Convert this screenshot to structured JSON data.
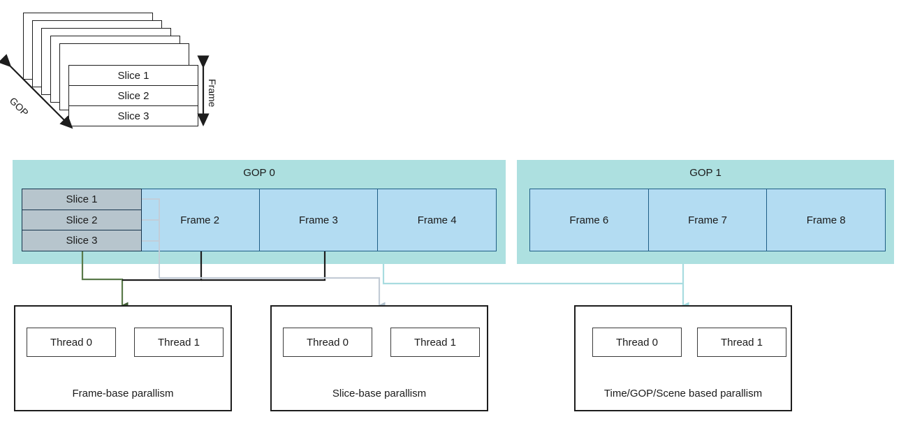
{
  "figure": {
    "title": "Video coding parallelism diagram",
    "colors": {
      "gop_panel": "#ade0e0",
      "frame_cell": "#b3dcf2",
      "frame_border": "#1f5e86",
      "slice_fill": "#b7c5cd",
      "slice_border": "#16344d",
      "connector_frame": "#4f6b3f",
      "connector_slice": "#c2cbd6",
      "connector_gop": "#a8dce0",
      "connector_black": "#1d1d1d",
      "outline": "#1d1d1d"
    }
  },
  "top_illustration": {
    "stack_count": 6,
    "front_frame_slices": [
      {
        "label": "Slice 1"
      },
      {
        "label": "Slice 2"
      },
      {
        "label": "Slice 3"
      }
    ],
    "axis_labels": {
      "gop": "GOP",
      "frame": "Frame"
    }
  },
  "gop_groups": [
    {
      "title": "GOP 0",
      "has_slice_detail": true,
      "slices": [
        {
          "label": "Slice 1"
        },
        {
          "label": "Slice 2"
        },
        {
          "label": "Slice 3"
        }
      ],
      "frames": [
        {
          "label": ""
        },
        {
          "label": "Frame 2"
        },
        {
          "label": "Frame 3"
        },
        {
          "label": "Frame 4"
        }
      ]
    },
    {
      "title": "GOP 1",
      "has_slice_detail": false,
      "frames": [
        {
          "label": "Frame 6"
        },
        {
          "label": "Frame 7"
        },
        {
          "label": "Frame 8"
        }
      ]
    }
  ],
  "parallelism_boxes": [
    {
      "caption": "Frame-base parallism",
      "threads": [
        {
          "label": "Thread 0"
        },
        {
          "label": "Thread 1"
        }
      ]
    },
    {
      "caption": "Slice-base parallism",
      "threads": [
        {
          "label": "Thread 0"
        },
        {
          "label": "Thread 1"
        }
      ]
    },
    {
      "caption": "Time/GOP/Scene based parallism",
      "threads": [
        {
          "label": "Thread 0"
        },
        {
          "label": "Thread 1"
        }
      ]
    }
  ]
}
